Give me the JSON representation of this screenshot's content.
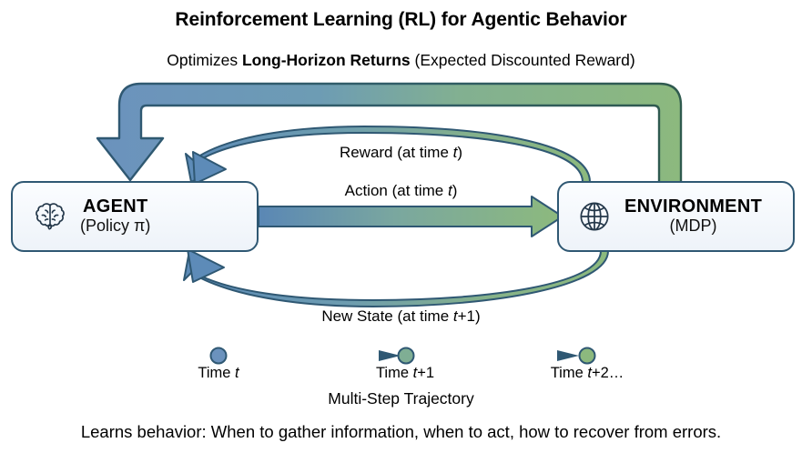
{
  "header": {
    "title": "Reinforcement Learning (RL) for Agentic Behavior",
    "subtitle_pre": "Optimizes ",
    "subtitle_bold": "Long-Horizon Returns",
    "subtitle_post": " (Expected Discounted Reward)"
  },
  "nodes": {
    "agent": {
      "title": "AGENT",
      "subtitle": "(Policy π)",
      "icon": "brain-icon"
    },
    "environment": {
      "title": "ENVIRONMENT",
      "subtitle": "(MDP)",
      "icon": "globe-icon"
    }
  },
  "arrows": {
    "reward": {
      "label_pre": "Reward (at time ",
      "label_italic": "t",
      "label_post": ")",
      "direction": "environment-to-agent"
    },
    "action": {
      "label_pre": "Action (at time ",
      "label_italic": "t",
      "label_post": ")",
      "direction": "agent-to-environment"
    },
    "new_state": {
      "label_pre": "New State (at time ",
      "label_italic": "t",
      "label_post": "+1)",
      "direction": "environment-to-agent"
    },
    "long_horizon": {
      "direction": "environment-to-agent",
      "style": "thick-outer-loop"
    }
  },
  "timeline": {
    "caption": "Multi-Step Trajectory",
    "points": [
      {
        "label_pre": "Time ",
        "label_italic": "t",
        "label_post": "",
        "color": "#6b92bd"
      },
      {
        "label_pre": "Time ",
        "label_italic": "t",
        "label_post": "+1",
        "color": "#7fae94"
      },
      {
        "label_pre": "Time ",
        "label_italic": "t",
        "label_post": "+2…",
        "color": "#8cb97e"
      }
    ]
  },
  "footer": {
    "note": "Learns behavior: When to gather information, when to act, how to recover from errors."
  },
  "colors": {
    "blue_fill": "#6b92bd",
    "green_fill": "#8cb97e",
    "blue_stroke": "#2f5873",
    "green_stroke": "#2f5a4e",
    "box_border": "#2f5873",
    "box_fill": "#f4f8fc",
    "text": "#000000"
  }
}
